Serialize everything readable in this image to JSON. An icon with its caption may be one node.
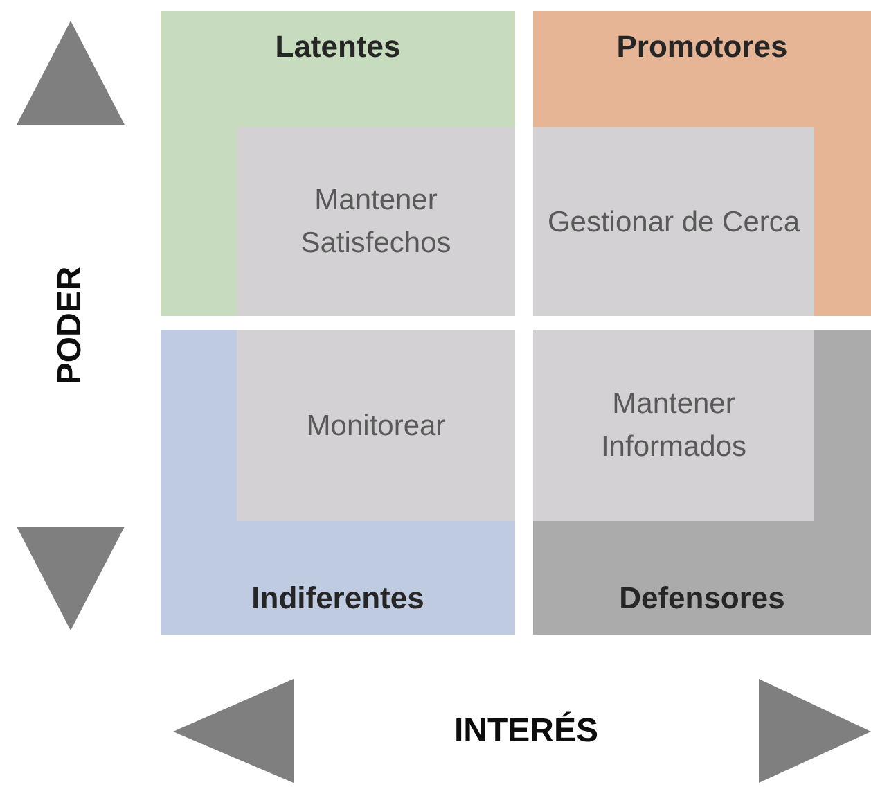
{
  "diagram": {
    "nodes": [
      {
        "text": [
          "Latentes"
        ]
      },
      {
        "text": [
          "Mantener Satisfechos"
        ],
        "in": 0
      },
      {
        "text": [
          "Promotores"
        ]
      },
      {
        "text": [
          "Gestionar de Cerca"
        ],
        "in": 2
      },
      {
        "text": [
          "Indiferentes"
        ]
      },
      {
        "text": [
          "Monitorear"
        ],
        "in": 4
      },
      {
        "text": [
          "Defensores"
        ]
      },
      {
        "text": [
          "Mantener Informados"
        ],
        "in": 6
      }
    ],
    "labels": [
      "PODER",
      "INTERÉS"
    ]
  }
}
